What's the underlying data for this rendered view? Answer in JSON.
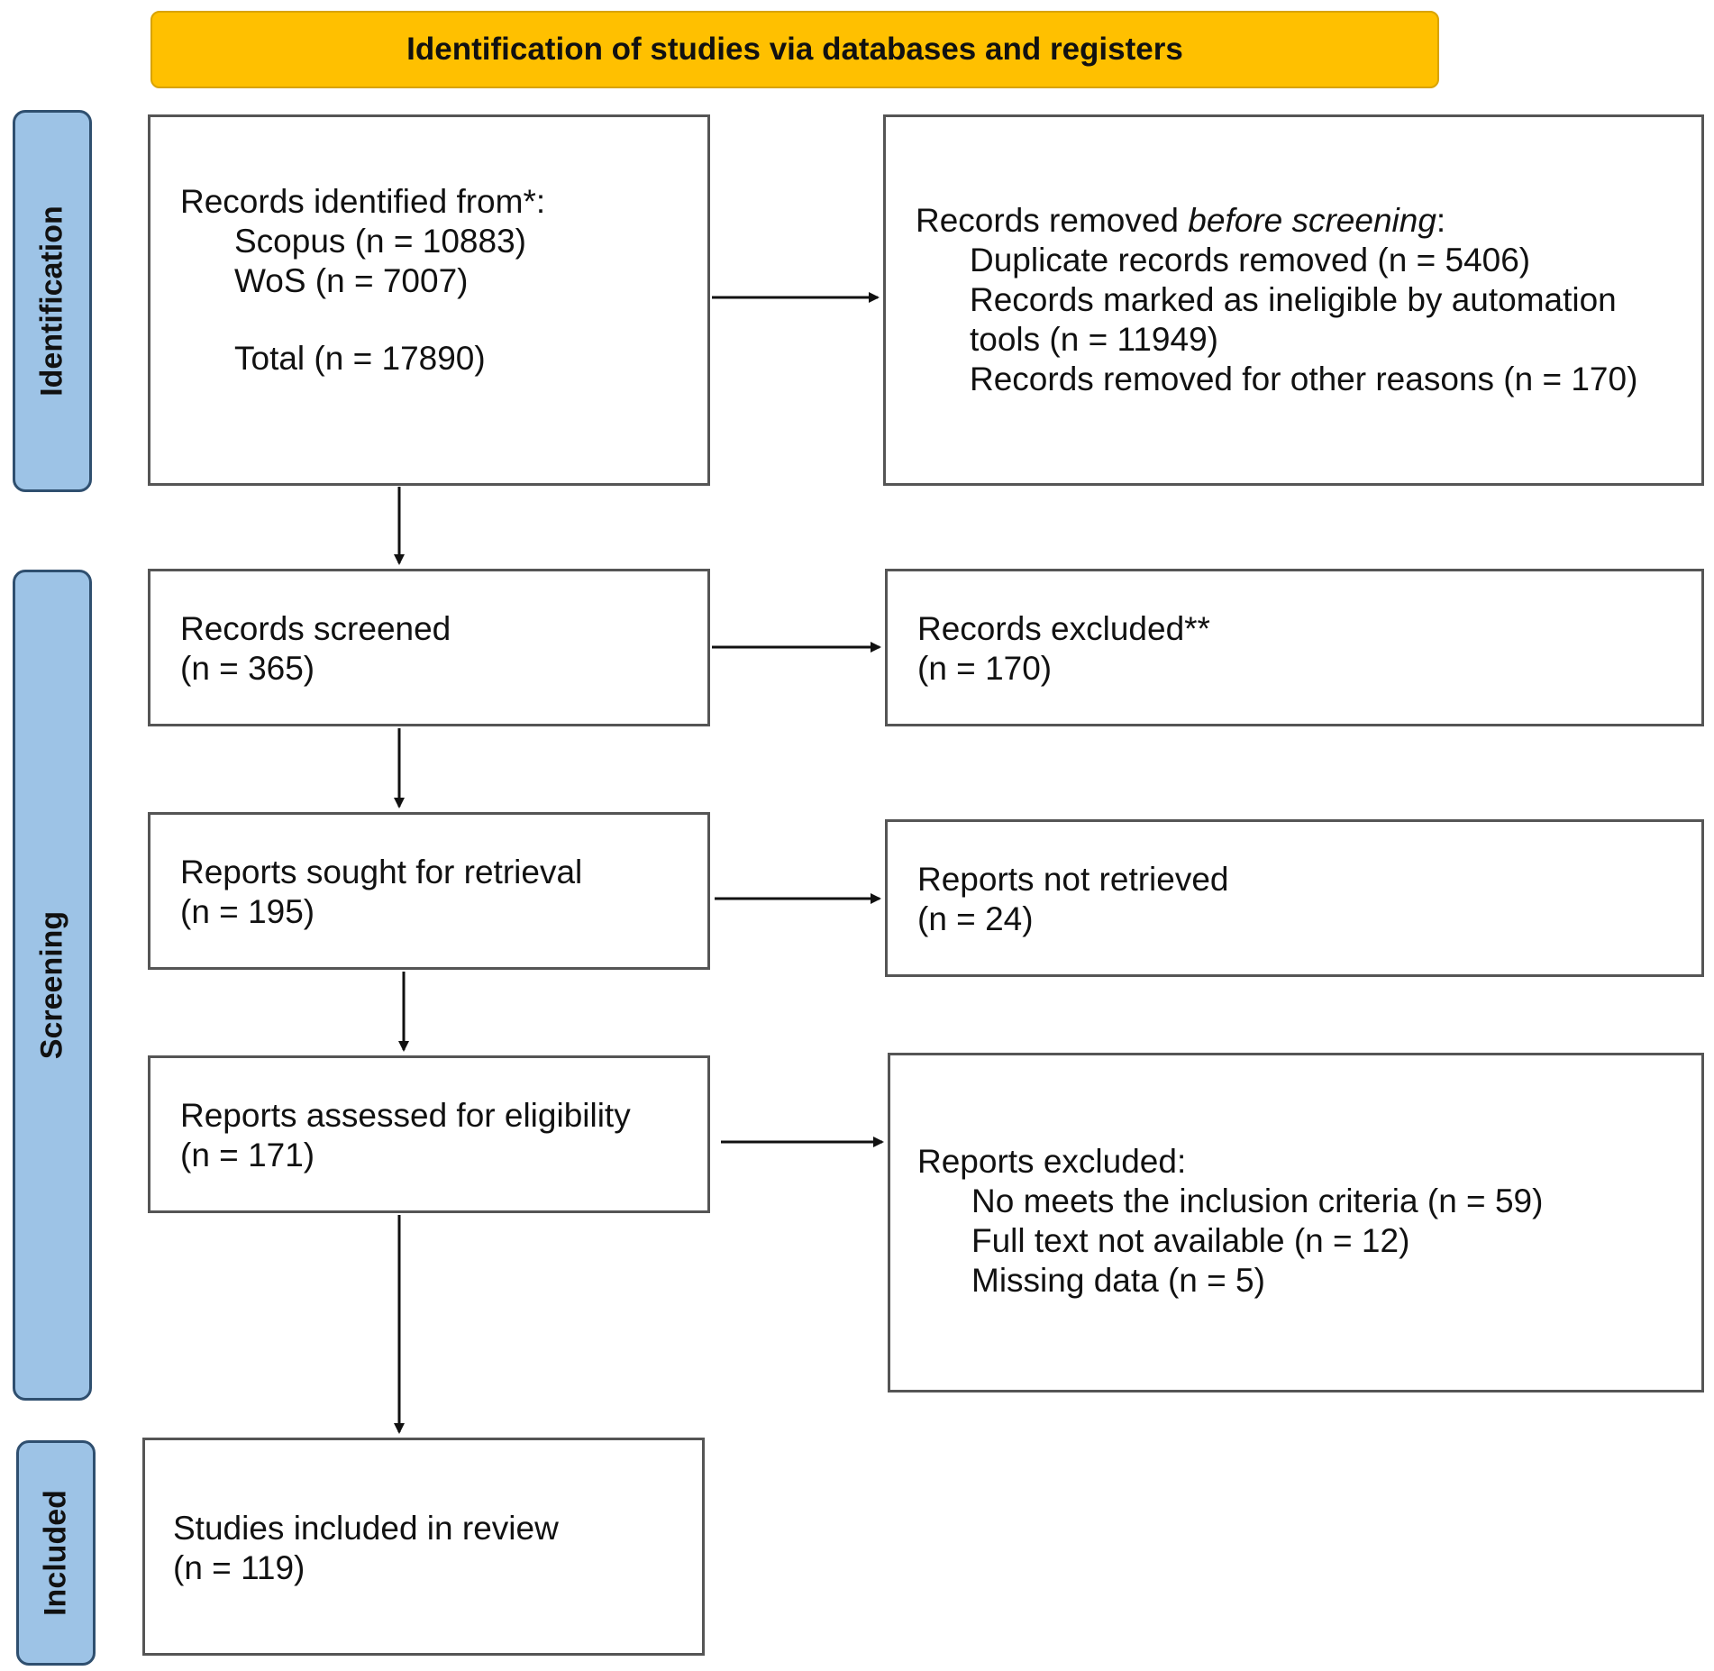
{
  "header": "Identification of studies via databases and registers",
  "phases": {
    "identification": "Identification",
    "screening": "Screening",
    "included": "Included"
  },
  "identification": {
    "records_identified": {
      "title": "Records identified from*:",
      "scopus": "Scopus (n = 10883)",
      "wos": "WoS (n = 7007)",
      "total": "Total (n = 17890)"
    },
    "records_removed": {
      "title_prefix": "Records removed ",
      "title_italic": "before screening",
      "title_suffix": ":",
      "duplicates": "Duplicate records removed (n = 5406)",
      "ineligible_line1": "Records marked as ineligible by automation",
      "ineligible_line2": "tools (n = 11949)",
      "other": "Records removed for other reasons (n = 170)"
    }
  },
  "screening": {
    "screened": {
      "title": "Records screened",
      "count": "(n = 365)"
    },
    "excluded": {
      "title": "Records excluded**",
      "count": "(n = 170)"
    },
    "sought": {
      "title": "Reports sought for retrieval",
      "count": "(n = 195)"
    },
    "not_retrieved": {
      "title": "Reports not retrieved",
      "count": "(n = 24)"
    },
    "assessed": {
      "title": "Reports assessed for eligibility",
      "count": "(n = 171)"
    },
    "reports_excluded": {
      "title": "Reports excluded:",
      "reasons": [
        "No meets the inclusion criteria (n = 59)",
        "Full text not available (n = 12)",
        "Missing data (n = 5)"
      ]
    }
  },
  "included": {
    "title": "Studies included in review",
    "count": "(n = 119)"
  },
  "colors": {
    "header": "#FFC000",
    "phase": "#9DC3E6",
    "box_border": "#555555"
  }
}
